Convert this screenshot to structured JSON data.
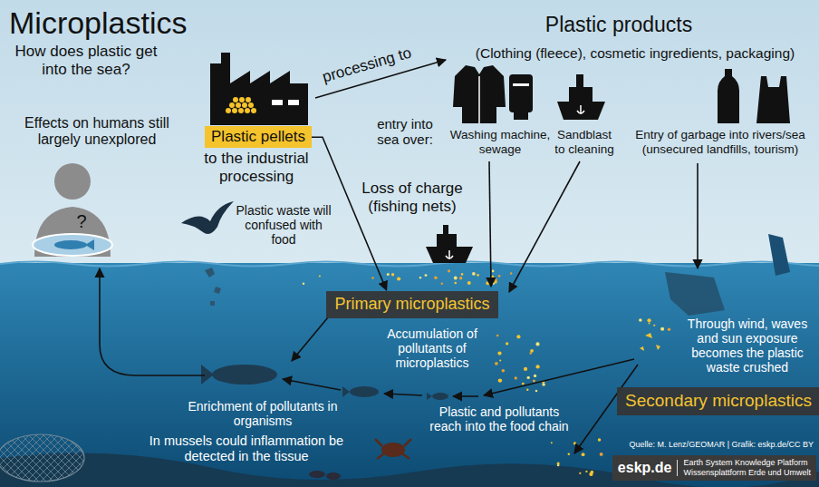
{
  "diagram": {
    "title": "Microplastics",
    "nodes": [
      {
        "text": [
          "Plastic pellets"
        ]
      },
      {
        "text": [
          "Primary microplastics"
        ]
      },
      {
        "text": [
          "Secondary microplastics"
        ]
      },
      {
        "text": [
          "eskp.de",
          "Earth System Knowledge Platform",
          "Wissensplattform Erde und Umwelt"
        ]
      }
    ],
    "edges": [
      {
        "from": 0,
        "to": 1,
        "arrow": "to"
      }
    ],
    "labels": [
      "How does plastic get into the sea?",
      "Plastic products",
      "processing to",
      "(Clothing (fleece), cosmetic ingredients, packaging)",
      "Effects on humans still largely unexplored",
      "?",
      "to the industrial processing",
      "entry into sea over:",
      "Washing machine, sewage",
      "Sandblast to cleaning",
      "Entry of garbage into rivers/sea (unsecured landfills, tourism)",
      "Loss of charge (fishing nets)",
      "Plastic waste will confused with food",
      "Accumulation of pollutants of microplastics",
      "Through wind, waves and sun exposure becomes the plastic waste crushed",
      "Enrichment of pollutants in organisms",
      "Plastic and pollutants reach into the food chain",
      "In mussels could inflammation be detected in the tissue",
      "Quelle: M. Lenz/GEOMAR | Grafik: eskp.de/CC BY"
    ]
  }
}
